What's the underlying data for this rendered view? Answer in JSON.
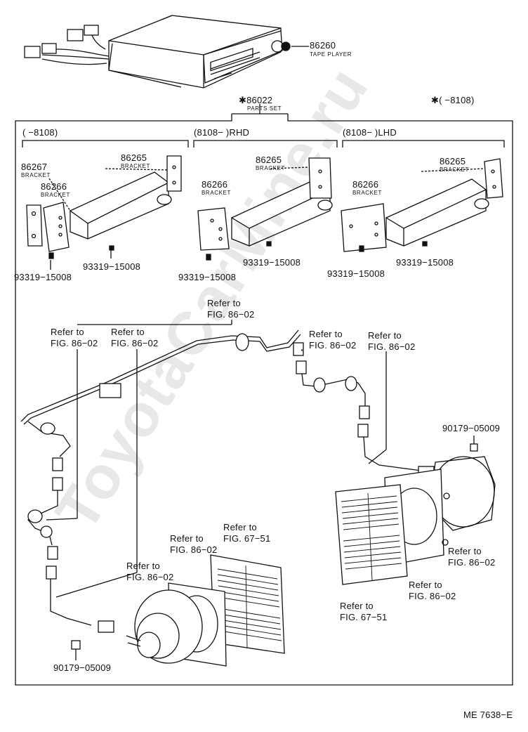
{
  "watermark": "ToyotaCarMine.ru",
  "tape_player": {
    "part": "86260",
    "name": "TAPE PLAYER"
  },
  "parts_set": {
    "part": "✱86022",
    "name": "PARTS SET"
  },
  "note_right": "✱(       −8108)",
  "groups": [
    {
      "range": "(       −8108)"
    },
    {
      "range": "(8108−          )RHD"
    },
    {
      "range": "(8108−          )LHD"
    }
  ],
  "brackets": {
    "g1_86267": "86267",
    "g1_86267_name": "BRACKET",
    "g1_86266": "86266",
    "g1_86266_name": "BRACKET",
    "g1_86265": "86265",
    "g1_86265_name": "BRACKET",
    "g1_screw_a": "93319−15008",
    "g1_screw_b": "93319−15008",
    "g2_86265": "86265",
    "g2_86265_name": "BRACKET",
    "g2_86266": "86266",
    "g2_86266_name": "BRACKET",
    "g2_screw_a": "93319−15008",
    "g2_screw_b": "93319−15008",
    "g3_86265": "86265",
    "g3_86265_name": "BRACKET",
    "g3_86266": "86266",
    "g3_86266_name": "BRACKET",
    "g3_screw_a": "93319−15008",
    "g3_screw_b": "93319−15008"
  },
  "refs": {
    "top": [
      "Refer to",
      "FIG. 86−02"
    ],
    "left1": [
      "Refer to",
      "FIG. 86−02"
    ],
    "left2": [
      "Refer to",
      "FIG. 86−02"
    ],
    "mid1": [
      "Refer to",
      "FIG. 86−02"
    ],
    "mid2": [
      "Refer to",
      "FIG. 86−02"
    ],
    "spk_l1": [
      "Refer to",
      "FIG. 86−02"
    ],
    "spk_l2": [
      "Refer to",
      "FIG. 86−02"
    ],
    "spk_l3": [
      "Refer to",
      "FIG. 67−51"
    ],
    "spk_r1": [
      "Refer to",
      "FIG. 86−02"
    ],
    "spk_r2": [
      "Refer to",
      "FIG. 86−02"
    ],
    "spk_r3": [
      "Refer to",
      "FIG. 67−51"
    ]
  },
  "nuts": {
    "left": "90179−05009",
    "right": "90179−05009"
  },
  "drawing_code": "ME 7638−E"
}
